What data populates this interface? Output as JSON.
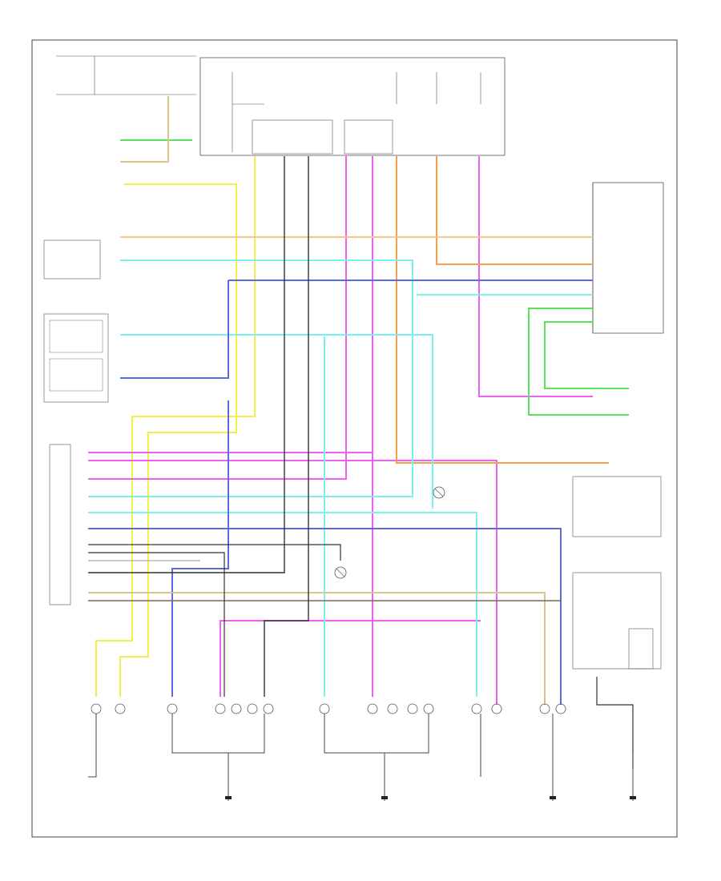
{
  "diagram": {
    "footer_code": "",
    "colors": {
      "yellow": "#f2ee4a",
      "pink": "#f060f0",
      "orange": "#f5a04a",
      "cyan": "#7af0f0",
      "blue": "#5a6ae0",
      "green": "#5ae05a",
      "tan": "#dcc48a",
      "brown": "#7a6a50",
      "black": "#333333",
      "gray": "#9a9a9a"
    },
    "wires": [
      {
        "name": "wire-yellow-left",
        "color": "yellow"
      },
      {
        "name": "wire-yellow-inner",
        "color": "yellow"
      },
      {
        "name": "wire-pink-1",
        "color": "pink"
      },
      {
        "name": "wire-pink-2",
        "color": "pink"
      },
      {
        "name": "wire-orange",
        "color": "orange"
      },
      {
        "name": "wire-cyan-1",
        "color": "cyan"
      },
      {
        "name": "wire-cyan-2",
        "color": "cyan"
      },
      {
        "name": "wire-blue-1",
        "color": "blue"
      },
      {
        "name": "wire-green-1",
        "color": "green"
      },
      {
        "name": "wire-tan",
        "color": "tan"
      },
      {
        "name": "wire-brown",
        "color": "brown"
      },
      {
        "name": "wire-black",
        "color": "black"
      }
    ]
  }
}
